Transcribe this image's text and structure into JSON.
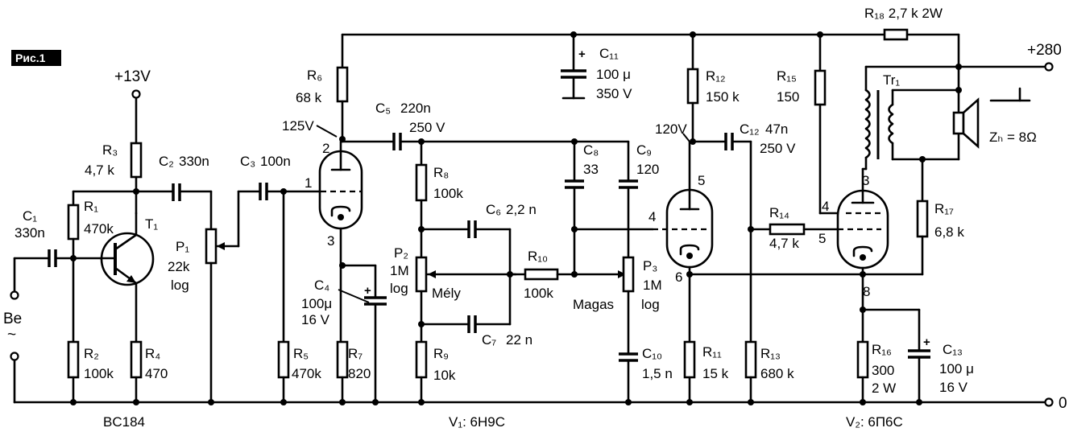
{
  "figure_label": "Рис.1",
  "labels": {
    "supply_13v": "+13V",
    "supply_280": "+280",
    "ground": "0",
    "input": "Be",
    "input_symbol": "~",
    "t1": "T₁",
    "t1_type": "BC184",
    "v1_type": "V₁: 6H9C",
    "v2_type": "V₂: 6П6C",
    "tr1": "Tr₁",
    "speaker": "Zₕ = 8Ω",
    "mely": "Mély",
    "magas": "Magas",
    "v125": "125V",
    "v120": "120V"
  },
  "components": {
    "r1": [
      "R₁",
      "470k"
    ],
    "r2": [
      "R₂",
      "100k"
    ],
    "r3": [
      "R₃",
      "4,7 k"
    ],
    "r4": [
      "R₄",
      "470"
    ],
    "r5": [
      "R₅",
      "470k"
    ],
    "r6": [
      "R₆",
      "68 k"
    ],
    "r7": [
      "R₇",
      "820"
    ],
    "r8": [
      "R₈",
      "100k"
    ],
    "r9": [
      "R₉",
      "10k"
    ],
    "r10": [
      "R₁₀",
      "100k"
    ],
    "r11": [
      "R₁₁",
      "15 k"
    ],
    "r12": [
      "R₁₂",
      "150 k"
    ],
    "r13": [
      "R₁₃",
      "680 k"
    ],
    "r14": [
      "R₁₄",
      "4,7 k"
    ],
    "r15": [
      "R₁₅",
      "150"
    ],
    "r16": [
      "R₁₆",
      "300",
      "2 W"
    ],
    "r17": [
      "R₁₇",
      "6,8 k"
    ],
    "r18": [
      "R₁₈",
      "2,7 k  2W"
    ],
    "c1": [
      "C₁",
      "330n"
    ],
    "c2": [
      "C₂",
      "330n"
    ],
    "c3": [
      "C₃",
      "100n"
    ],
    "c4": [
      "C₄",
      "100μ",
      "16 V"
    ],
    "c5": [
      "C₅",
      "220n",
      "250 V"
    ],
    "c6": [
      "C₆",
      "2,2 n"
    ],
    "c7": [
      "C₇",
      "22 n"
    ],
    "c8": [
      "C₈",
      "33"
    ],
    "c9": [
      "C₉",
      "120"
    ],
    "c10": [
      "C₁₀",
      "1,5 n"
    ],
    "c11": [
      "C₁₁",
      "100 μ",
      "350 V"
    ],
    "c12": [
      "C₁₂",
      "47n",
      "250 V"
    ],
    "c13": [
      "C₁₃",
      "100 μ",
      "16 V"
    ],
    "p1": [
      "P₁",
      "22k",
      "log"
    ],
    "p2": [
      "P₂",
      "1M",
      "log"
    ],
    "p3": [
      "P₃",
      "1M",
      "log"
    ]
  },
  "pins": {
    "v1_plate": "2",
    "v1_grid": "1",
    "v1_cathode": "3",
    "v1b_plate": "5",
    "v1b_grid": "4",
    "v1b_cathode": "6",
    "v2_anode": "3",
    "v2_g2": "4",
    "v2_g1": "5",
    "v2_cathode": "8"
  },
  "polarity": "+"
}
